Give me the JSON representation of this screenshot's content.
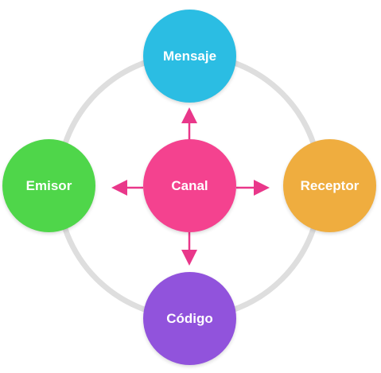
{
  "diagram": {
    "nodes": {
      "top": {
        "label": "Mensaje",
        "color": "#2bbde3"
      },
      "left": {
        "label": "Emisor",
        "color": "#4fd64a"
      },
      "center": {
        "label": "Canal",
        "color": "#f4428f"
      },
      "right": {
        "label": "Receptor",
        "color": "#efad3f"
      },
      "bottom": {
        "label": "Código",
        "color": "#9153dc"
      }
    },
    "ring_color": "#dedede",
    "arrow_color": "#e9378a"
  }
}
